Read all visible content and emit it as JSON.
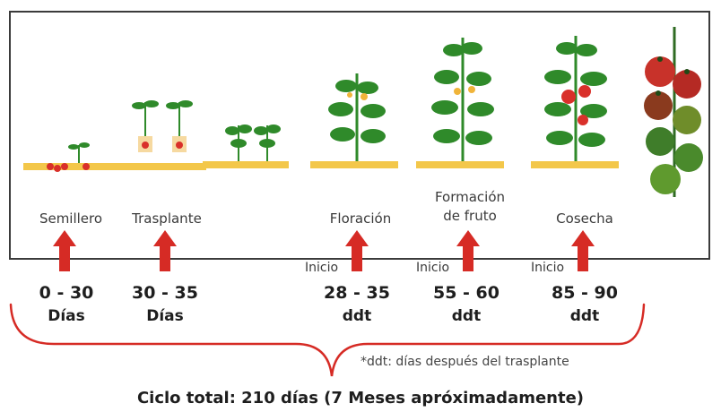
{
  "stages": [
    {
      "name": "Semillero"
    },
    {
      "name": "Trasplante"
    },
    {
      "name": "Floración"
    },
    {
      "name": "Formación de fruto",
      "line1": "Formación",
      "line2": "de fruto"
    },
    {
      "name": "Cosecha"
    }
  ],
  "inicio_label": "Inicio",
  "ranges": [
    {
      "range": "0 - 30",
      "unit": "Días"
    },
    {
      "range": "30 - 35",
      "unit": "Días"
    },
    {
      "range": "28 - 35",
      "unit": "ddt"
    },
    {
      "range": "55 - 60",
      "unit": "ddt"
    },
    {
      "range": "85 - 90",
      "unit": "ddt"
    }
  ],
  "footnote": "*ddt: días después del trasplante",
  "total": "Ciclo total: 210 días (7 Meses apróximadamente)",
  "colors": {
    "arrow": "#d62b25",
    "brace": "#d62b25",
    "soil": "#f3c74a",
    "leaf": "#2f8a2a",
    "tomato": "#d9302a"
  }
}
